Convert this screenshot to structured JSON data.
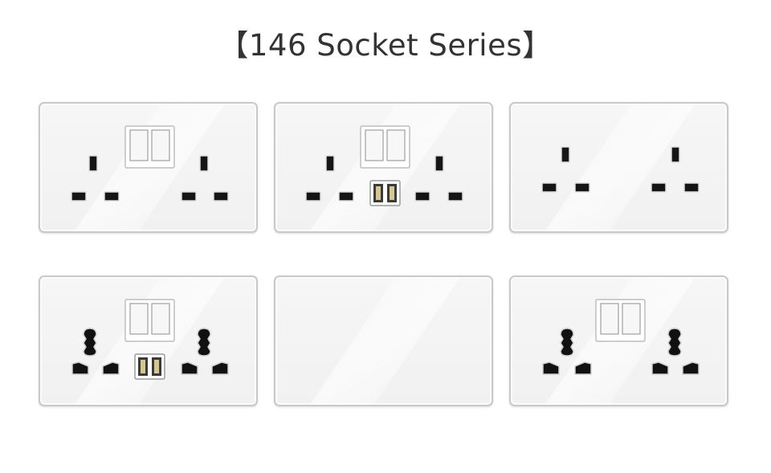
{
  "title": "【146 Socket Series】",
  "panels": [
    {
      "name": "twin-uk-socket-switched",
      "icon": "twin-uk-3-pin-socket-with-switches"
    },
    {
      "name": "twin-uk-socket-switched-usb",
      "icon": "twin-uk-3-pin-socket-with-switches-and-usb"
    },
    {
      "name": "twin-uk-socket-unswitched",
      "icon": "twin-uk-3-pin-socket"
    },
    {
      "name": "twin-universal-socket-switched-usb",
      "icon": "twin-universal-socket-with-switches-and-usb"
    },
    {
      "name": "blank-plate",
      "icon": "blank-cover-plate"
    },
    {
      "name": "twin-universal-socket-switched",
      "icon": "twin-universal-socket-with-switches"
    }
  ],
  "colors": {
    "panel": "#f3f3f3",
    "border": "#c9c9c9",
    "hole": "#111111",
    "usb": "#c8b98a"
  }
}
